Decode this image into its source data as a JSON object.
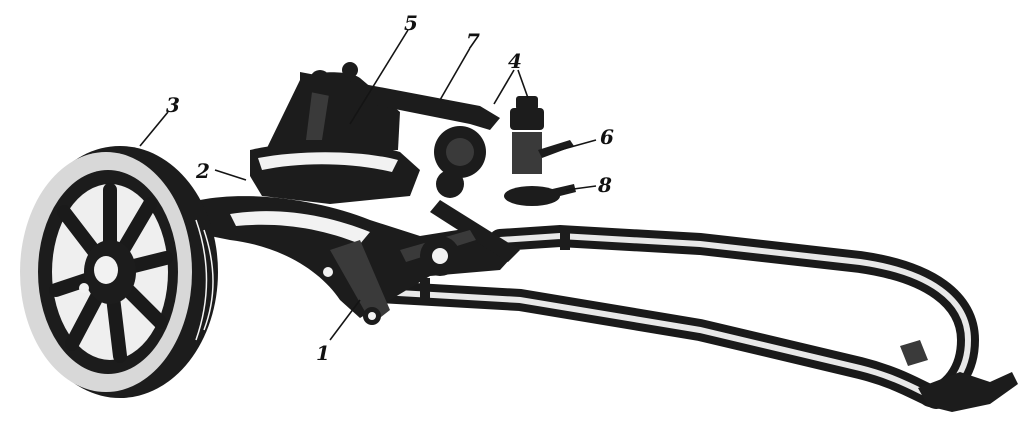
{
  "figure": {
    "callouts": [
      {
        "id": "1",
        "text": "1"
      },
      {
        "id": "2",
        "text": "2"
      },
      {
        "id": "3",
        "text": "3"
      },
      {
        "id": "4",
        "text": "4"
      },
      {
        "id": "5",
        "text": "5"
      },
      {
        "id": "6",
        "text": "6"
      },
      {
        "id": "7",
        "text": "7"
      },
      {
        "id": "8",
        "text": "8"
      }
    ]
  }
}
